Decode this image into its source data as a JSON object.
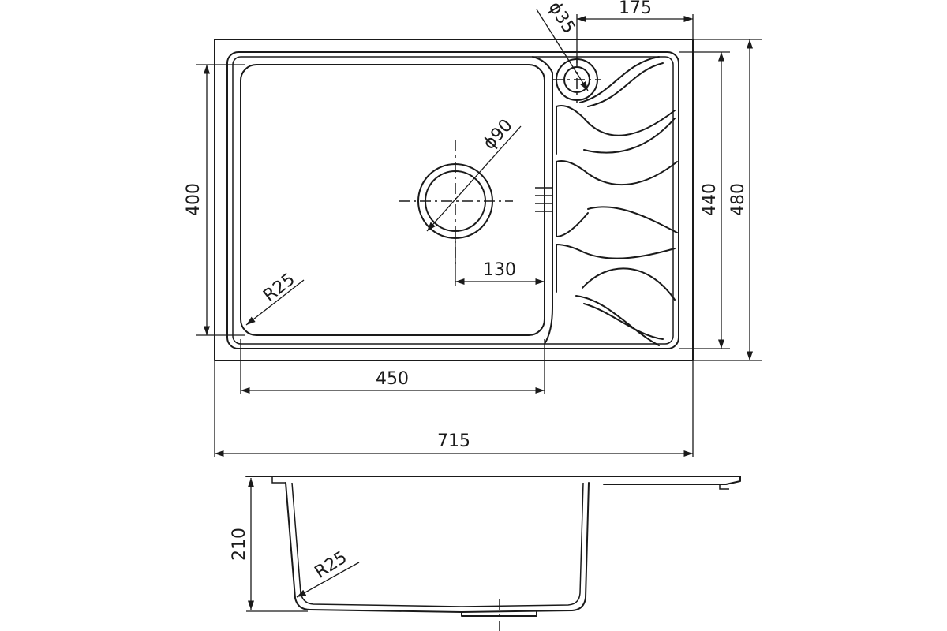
{
  "drawing": {
    "top_view": {
      "dimensions": {
        "overall_width": "715",
        "bowl_width": "450",
        "drainer_width": "175",
        "bowl_depth": "400",
        "inner_depth": "440",
        "overall_depth": "480",
        "drain_diameter": "ϕ90",
        "drain_offset": "130",
        "tap_hole_diameter": "ϕ35",
        "corner_radius": "R25"
      }
    },
    "side_view": {
      "dimensions": {
        "bowl_height": "210",
        "corner_radius": "R25"
      }
    }
  }
}
